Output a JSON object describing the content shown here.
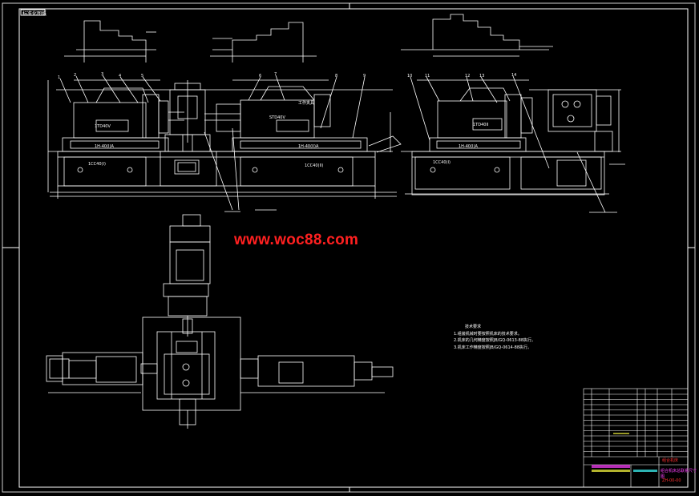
{
  "drawing": {
    "watermark_text": "www.woc88.com",
    "corner_tag": "标准化图纸",
    "background": "#000000",
    "line_color": "#ffffff",
    "accent_colors": {
      "watermark": "#ff2020",
      "title_block_red": "#ff3030",
      "title_block_magenta": "#ff40ff",
      "title_block_yellow": "#ffff40",
      "title_block_cyan": "#40ffff"
    }
  },
  "labels": {
    "unit_left": "1TD40V",
    "unit_mid": "STD40V",
    "unit_right": "1TD40II",
    "base_left": "1CC40(I)",
    "base_mid": "1CC40(II)",
    "base_right": "1CC40(I)",
    "slide_left": "1H-40(I)A",
    "slide_mid": "1H-40(II)A",
    "slide_right": "1H-40(I)A",
    "fixture_label": "工作夹具",
    "callouts_front": [
      "1",
      "2",
      "3",
      "4",
      "5",
      "6",
      "7",
      "8",
      "9"
    ],
    "callouts_side": [
      "10",
      "11",
      "12",
      "13",
      "14"
    ]
  },
  "notes": {
    "heading": "技术要求",
    "lines": [
      "1.组装机械时要按照机床的技术要求。",
      "2.机床的几何精度按照JB/GQ-0613-88执行。",
      "3.机床工作精度按照JB/GQ-0614-88执行。"
    ]
  },
  "title_block": {
    "title_red": "组合机床",
    "title_magenta": "组合机床总联系尺寸图",
    "drawing_no": "ZH-00-00"
  }
}
